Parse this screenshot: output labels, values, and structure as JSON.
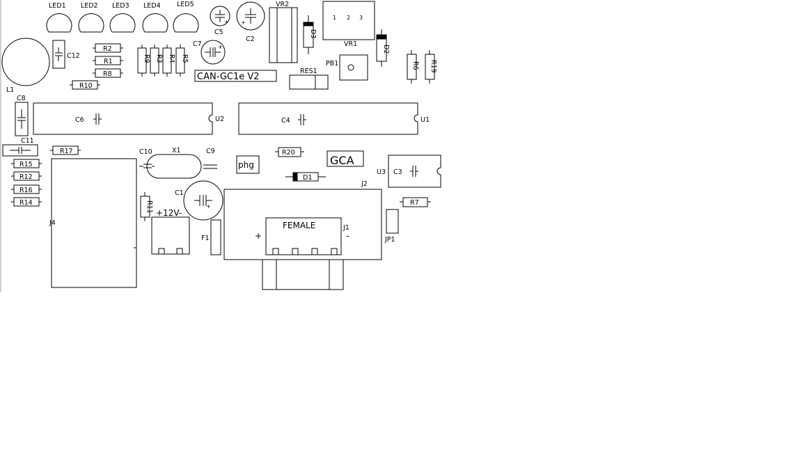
{
  "board": {
    "title": "CAN-GC1e V2",
    "logo_gca": "GCA",
    "logo_phg": "phg",
    "power_label": "+12V-",
    "female_label": "FEMALE",
    "plus": "+",
    "minus": "-"
  },
  "leds": [
    "LED1",
    "LED2",
    "LED3",
    "LED4",
    "LED5"
  ],
  "labels": {
    "L1": "L1",
    "C12": "C12",
    "R2": "R2",
    "R1": "R1",
    "R8": "R8",
    "R10": "R10",
    "R9": "R9",
    "R3": "R3",
    "R4": "R4",
    "R5": "R5",
    "C5": "C5",
    "C2": "C2",
    "C7": "C7",
    "VR2": "VR2",
    "D3": "D3",
    "VR1": "VR1",
    "VR1_pins": [
      "1",
      "2",
      "3"
    ],
    "PB1": "PB1",
    "RES1": "RES1",
    "D2": "D2",
    "R6": "R6",
    "R19": "R19",
    "C8": "C8",
    "C6": "C6",
    "U2": "U2",
    "C4": "C4",
    "U1": "U1",
    "C11": "C11",
    "R17": "R17",
    "R15": "R15",
    "R12": "R12",
    "R16": "R16",
    "R14": "R14",
    "J4": "J4",
    "C10": "C10",
    "X1": "X1",
    "C9": "C9",
    "R20": "R20",
    "D1": "D1",
    "U3": "U3",
    "C3": "C3",
    "J2": "J2",
    "C1": "C1",
    "R11": "R11",
    "F1": "F1",
    "J1": "J1",
    "R7": "R7",
    "JP1": "JP1"
  }
}
